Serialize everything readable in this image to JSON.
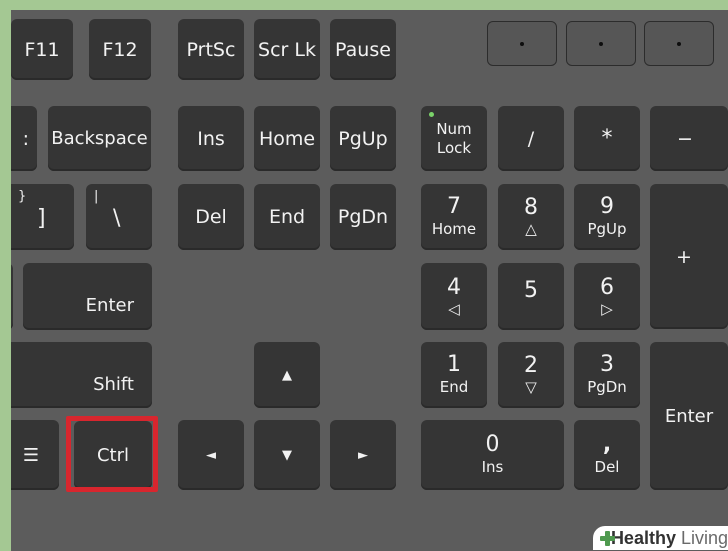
{
  "keys": {
    "f11": "F11",
    "f12": "F12",
    "prtsc": "PrtSc",
    "scrlk": "Scr Lk",
    "pause": "Pause",
    "quote_partial": ":",
    "backspace": "Backspace",
    "ins": "Ins",
    "home": "Home",
    "pgup": "PgUp",
    "numlock_1": "Num",
    "numlock_2": "Lock",
    "divide": "/",
    "multiply": "*",
    "minus": "−",
    "bracket_top": "}",
    "bracket_bottom": "]",
    "pipe_top": "|",
    "backslash": "\\",
    "del": "Del",
    "end": "End",
    "pgdn": "PgDn",
    "np7": "7",
    "np7_sub": "Home",
    "np8": "8",
    "np8_sub": "△",
    "np9": "9",
    "np9_sub": "PgUp",
    "plus": "+",
    "enter": "Enter",
    "np4": "4",
    "np4_sub": "◁",
    "np5": "5",
    "np6": "6",
    "np6_sub": "▷",
    "shift": "Shift",
    "up": "▲",
    "np1": "1",
    "np1_sub": "End",
    "np2": "2",
    "np2_sub": "▽",
    "np3": "3",
    "np3_sub": "PgDn",
    "np_enter": "Enter",
    "menu": "☰",
    "ctrl": "Ctrl",
    "left": "◄",
    "down": "▼",
    "right": "►",
    "np0": "0",
    "np0_sub": "Ins",
    "npdot": ",",
    "npdot_sub": "Del"
  },
  "brand": {
    "bold": "Healthy",
    "light": " Living"
  }
}
